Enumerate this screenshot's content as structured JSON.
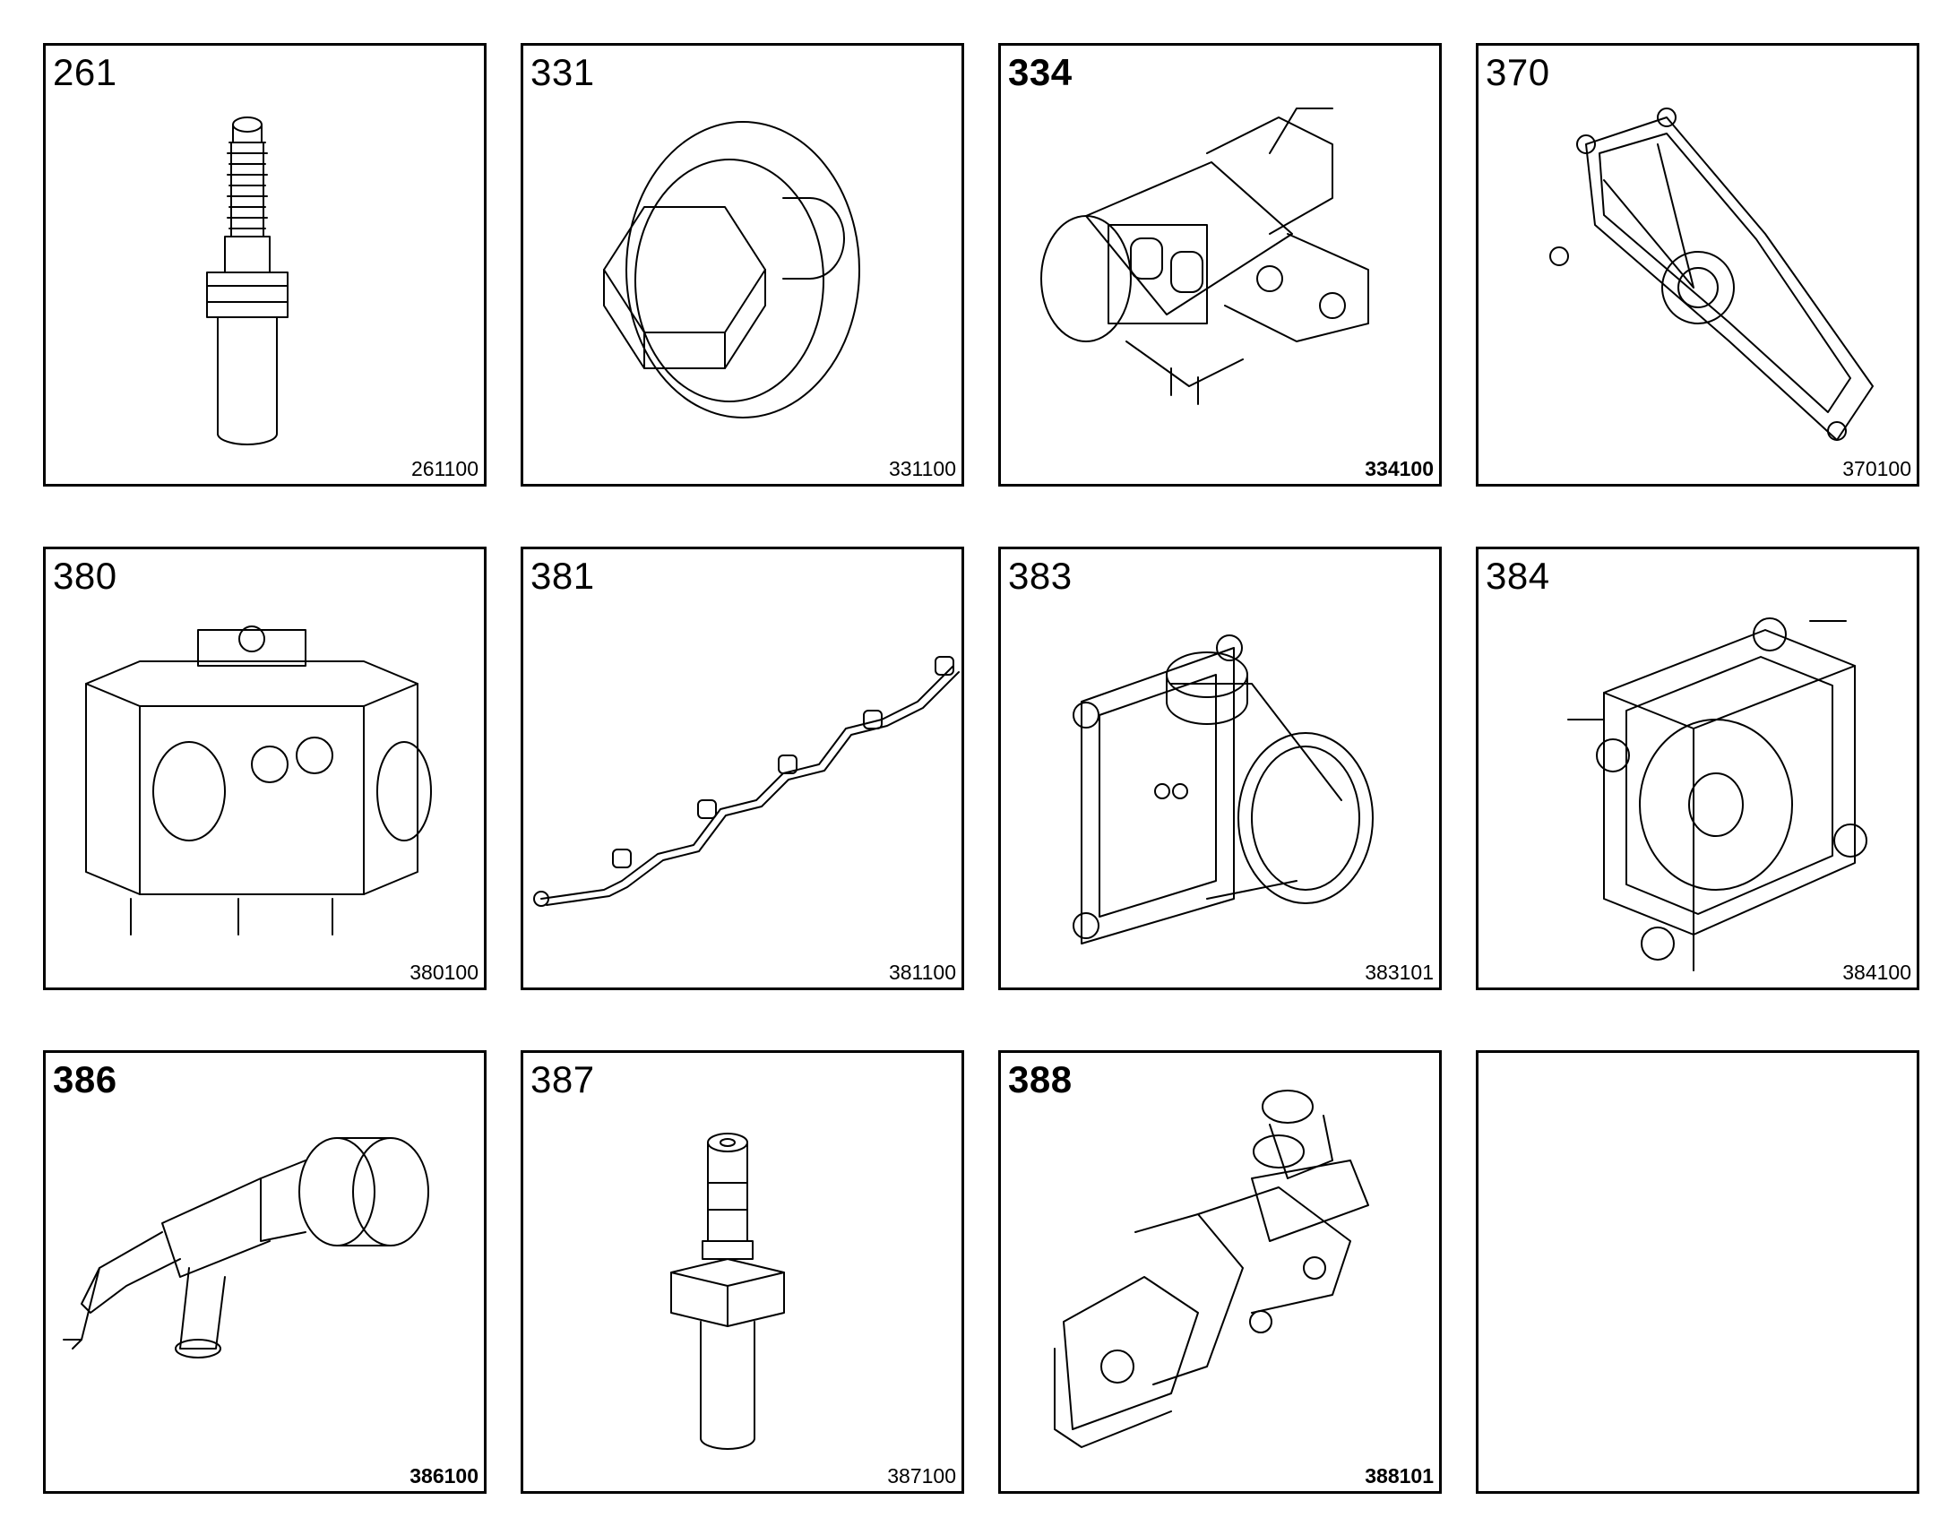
{
  "cells": [
    {
      "number": "261",
      "code": "261100",
      "bold_number": false,
      "bold_code": false
    },
    {
      "number": "331",
      "code": "331100",
      "bold_number": false,
      "bold_code": false
    },
    {
      "number": "334",
      "code": "334100",
      "bold_number": true,
      "bold_code": true
    },
    {
      "number": "370",
      "code": "370100",
      "bold_number": false,
      "bold_code": false
    },
    {
      "number": "380",
      "code": "380100",
      "bold_number": false,
      "bold_code": false
    },
    {
      "number": "381",
      "code": "381100",
      "bold_number": false,
      "bold_code": false
    },
    {
      "number": "383",
      "code": "383101",
      "bold_number": false,
      "bold_code": false
    },
    {
      "number": "384",
      "code": "384100",
      "bold_number": false,
      "bold_code": false
    },
    {
      "number": "386",
      "code": "386100",
      "bold_number": true,
      "bold_code": true
    },
    {
      "number": "387",
      "code": "387100",
      "bold_number": false,
      "bold_code": false
    },
    {
      "number": "388",
      "code": "388101",
      "bold_number": true,
      "bold_code": true
    },
    {
      "number": "",
      "code": "",
      "bold_number": false,
      "bold_code": false
    }
  ],
  "icons": [
    "spark-plug-icon",
    "flanged-plug-icon",
    "throttle-assembly-icon",
    "cover-plate-icon",
    "manifold-block-icon",
    "fuel-rail-icon",
    "throttle-body-icon",
    "flange-cover-icon",
    "valve-fitting-icon",
    "hose-connector-icon",
    "coolant-housing-icon",
    ""
  ]
}
